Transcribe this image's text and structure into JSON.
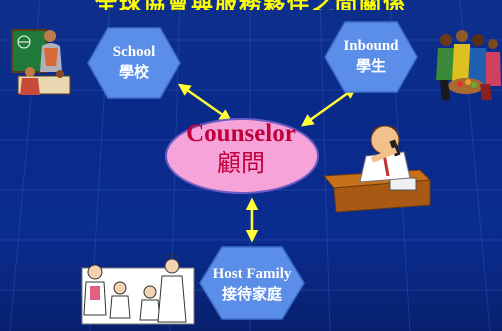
{
  "title": "全球協會與服務夥伴之間關係",
  "nodes": {
    "school": {
      "en": "School",
      "zh": "學校"
    },
    "inbound": {
      "en": "Inbound",
      "zh": "學生"
    },
    "counselor": {
      "en": "Counselor",
      "zh": "顧問"
    },
    "host_family": {
      "en": "Host Family",
      "zh": "接待家庭"
    }
  },
  "colors": {
    "background": "#0b2c90",
    "hexagon_fill": "#5a8ee8",
    "ellipse_fill": "#f5a3d8",
    "arrow": "#ffff33",
    "title": "#ffff00",
    "counselor_text": "#c0003a"
  },
  "illustrations": [
    "teacher-classroom-clipart",
    "students-group-clipart",
    "counselor-on-phone-clipart",
    "host-family-clipart"
  ]
}
